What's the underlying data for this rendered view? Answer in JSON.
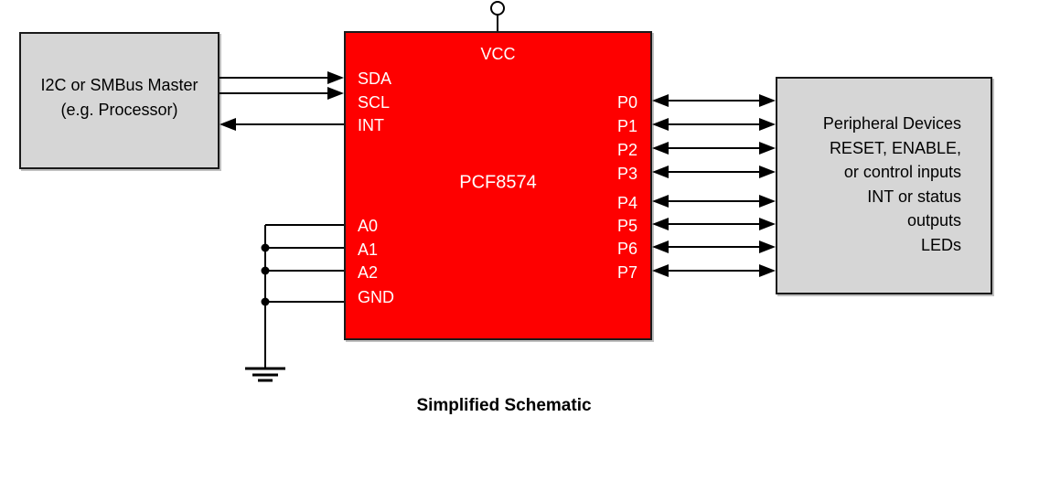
{
  "caption": "Simplified Schematic",
  "colors": {
    "chip_fill": "#fe0000",
    "box_fill": "#d6d6d6",
    "border": "#1a1a1a",
    "pin_text": "#ffffff",
    "wire": "#000000",
    "text": "#000000"
  },
  "master_box": {
    "line1": "I2C or SMBus Master",
    "line2": "(e.g. Processor)"
  },
  "chip": {
    "name": "PCF8574",
    "power_pin": "VCC",
    "serial_pins": [
      "SDA",
      "SCL",
      "INT"
    ],
    "address_pins": [
      "A0",
      "A1",
      "A2",
      "GND"
    ],
    "port_pins": [
      "P0",
      "P1",
      "P2",
      "P3",
      "P4",
      "P5",
      "P6",
      "P7"
    ]
  },
  "peripheral_box": {
    "lines": [
      "Peripheral Devices",
      "RESET, ENABLE,",
      "or control inputs",
      "INT or status",
      "outputs",
      "LEDs"
    ]
  }
}
